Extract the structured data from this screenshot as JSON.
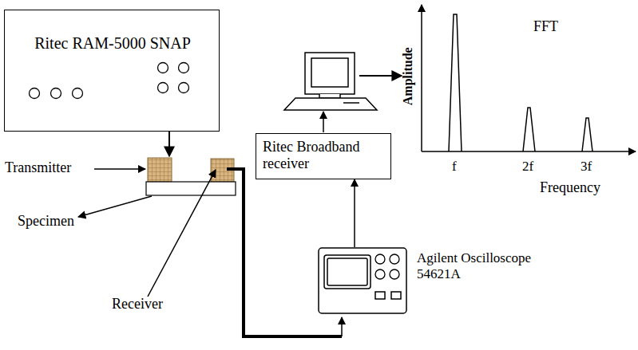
{
  "diagram": {
    "nodes": [
      {
        "text": [
          "Ritec RAM-5000 SNAP"
        ]
      },
      {
        "text": [
          "Ritec Broadband receiver"
        ]
      },
      {
        "text": [
          "Agilent Oscilloscope 54621A"
        ]
      }
    ],
    "edges": [
      {
        "from": 2,
        "to": 1,
        "arrow": "to"
      }
    ],
    "labels": [
      "Transmitter",
      "Specimen",
      "Receiver",
      "FFT",
      "Amplitude",
      "f",
      "2f",
      "3f",
      "Frequency"
    ]
  }
}
